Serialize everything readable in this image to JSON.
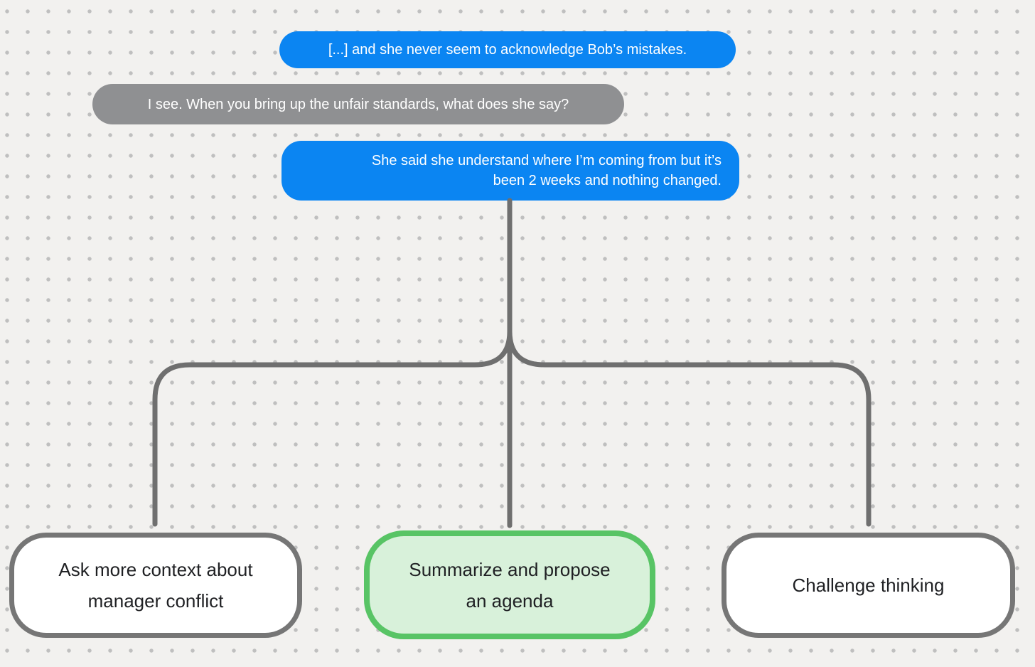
{
  "colors": {
    "background": "#f2f1ef",
    "dot": "#bfbfbf",
    "connector": "#6f6f6f",
    "user_bubble": "#0b85f2",
    "assistant_bubble": "#8f9092",
    "bubble_text": "#ffffff",
    "branch_border": "#767676",
    "branch_bg": "#ffffff",
    "branch_text": "#1f2023",
    "highlight_border": "#58c465",
    "highlight_bg": "#d8f1da"
  },
  "conversation": {
    "messages": [
      {
        "role": "user",
        "text": "[...] and she never seem to acknowledge Bob’s mistakes."
      },
      {
        "role": "assistant",
        "text": "I see. When you bring up the unfair standards, what does she say?"
      },
      {
        "role": "user",
        "text": "She said she understand where I’m coming from but it’s\nbeen 2 weeks and nothing changed."
      }
    ]
  },
  "branches": [
    {
      "label": "Ask more context about\nmanager conflict",
      "highlighted": false
    },
    {
      "label": "Summarize and propose\nan agenda",
      "highlighted": true
    },
    {
      "label": "Challenge thinking",
      "highlighted": false
    }
  ]
}
